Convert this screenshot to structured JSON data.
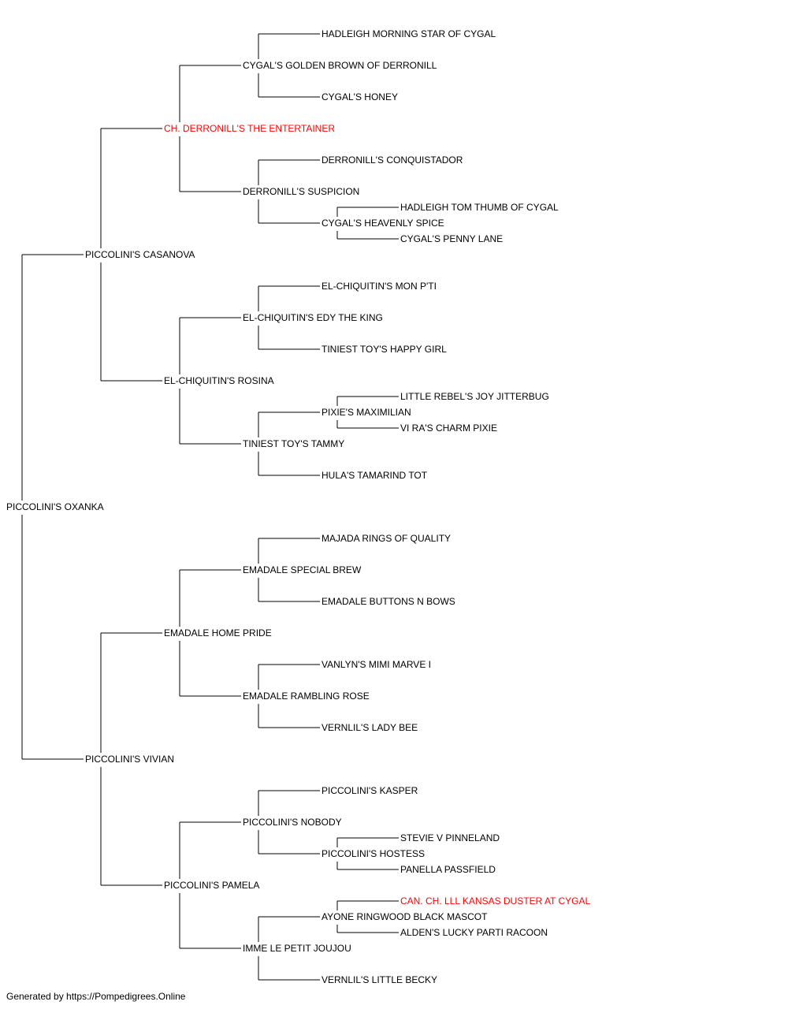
{
  "pedigree": {
    "name": "PICCOLINI'S OXANKA",
    "sire": {
      "name": "PICCOLINI'S CASANOVA",
      "sire": {
        "name": "CH. DERRONILL'S THE ENTERTAINER",
        "highlight": true,
        "sire": {
          "name": "CYGAL'S GOLDEN BROWN OF DERRONILL",
          "sire": {
            "name": "HADLEIGH MORNING STAR OF CYGAL"
          },
          "dam": {
            "name": "CYGAL'S HONEY"
          }
        },
        "dam": {
          "name": "DERRONILL'S SUSPICION",
          "sire": {
            "name": "DERRONILL'S CONQUISTADOR"
          },
          "dam": {
            "name": "CYGAL'S HEAVENLY SPICE",
            "sire": {
              "name": "HADLEIGH TOM THUMB OF CYGAL"
            },
            "dam": {
              "name": "CYGAL'S PENNY LANE"
            }
          }
        }
      },
      "dam": {
        "name": "EL-CHIQUITIN'S ROSINA",
        "sire": {
          "name": "EL-CHIQUITIN'S EDY THE KING",
          "sire": {
            "name": "EL-CHIQUITIN'S MON P'TI"
          },
          "dam": {
            "name": "TINIEST TOY'S HAPPY GIRL"
          }
        },
        "dam": {
          "name": "TINIEST TOY'S TAMMY",
          "sire": {
            "name": "PIXIE'S MAXIMILIAN",
            "sire": {
              "name": "LITTLE REBEL'S JOY JITTERBUG"
            },
            "dam": {
              "name": "VI RA'S CHARM PIXIE"
            }
          },
          "dam": {
            "name": "HULA'S TAMARIND TOT"
          }
        }
      }
    },
    "dam": {
      "name": "PICCOLINI'S VIVIAN",
      "sire": {
        "name": "EMADALE HOME PRIDE",
        "sire": {
          "name": "EMADALE SPECIAL BREW",
          "sire": {
            "name": "MAJADA RINGS OF QUALITY"
          },
          "dam": {
            "name": "EMADALE BUTTONS N BOWS"
          }
        },
        "dam": {
          "name": "EMADALE RAMBLING ROSE",
          "sire": {
            "name": "VANLYN'S MIMI MARVE I"
          },
          "dam": {
            "name": "VERNLIL'S LADY BEE"
          }
        }
      },
      "dam": {
        "name": "PICCOLINI'S PAMELA",
        "sire": {
          "name": "PICCOLINI'S NOBODY",
          "sire": {
            "name": "PICCOLINI'S KASPER"
          },
          "dam": {
            "name": "PICCOLINI'S HOSTESS",
            "sire": {
              "name": "STEVIE V PINNELAND"
            },
            "dam": {
              "name": "PANELLA PASSFIELD"
            }
          }
        },
        "dam": {
          "name": "IMME LE PETIT JOUJOU",
          "sire": {
            "name": "AYONE RINGWOOD BLACK MASCOT",
            "sire": {
              "name": "CAN. CH. LLL KANSAS DUSTER AT CYGAL",
              "highlight": true
            },
            "dam": {
              "name": "ALDEN'S LUCKY PARTI RACOON"
            }
          },
          "dam": {
            "name": "VERNLIL'S LITTLE BECKY"
          }
        }
      }
    }
  },
  "colors": {
    "text": "#000000",
    "highlight": "#ff0000",
    "line": "#000000"
  },
  "footer": "Generated by https://Pompedigrees.Online"
}
